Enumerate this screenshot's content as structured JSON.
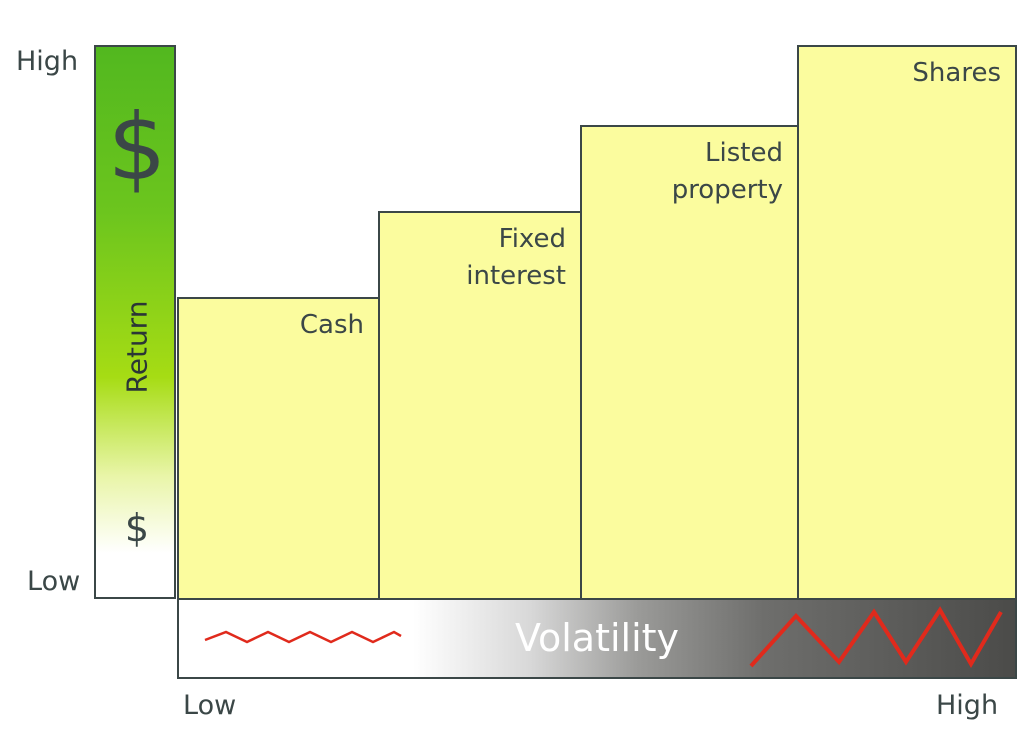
{
  "chart_data": {
    "type": "bar",
    "categories": [
      "Cash",
      "Fixed interest",
      "Listed property",
      "Shares"
    ],
    "values": [
      54.5,
      70,
      85.5,
      100
    ],
    "ylim": [
      0,
      100
    ],
    "ylabel": "Return",
    "xlabel": "Volatility",
    "y_low_label": "Low",
    "y_high_label": "High",
    "x_low_label": "Low",
    "x_high_label": "High",
    "y_axis_small_symbol": "$",
    "y_axis_large_symbol": "$",
    "colors": {
      "bar_fill": "#fbfc9e",
      "border": "#3b4747",
      "wave": "#e02a1c",
      "return_gradient_top": "#52b81f",
      "volatility_gradient_end": "#4b4b49"
    }
  }
}
